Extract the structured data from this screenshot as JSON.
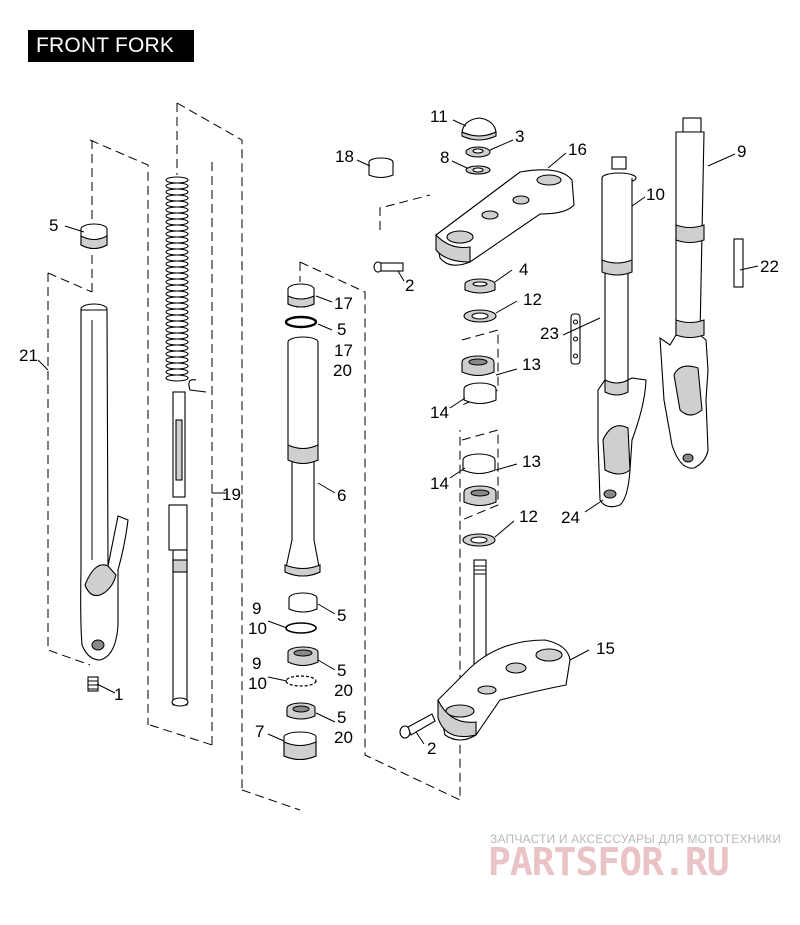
{
  "title": "FRONT FORK",
  "callouts": {
    "c1": "1",
    "c2a": "2",
    "c2b": "2",
    "c3": "3",
    "c4": "4",
    "c5a": "5",
    "c5b": "5",
    "c5c": "5",
    "c5d": "5",
    "c5e": "5",
    "c6": "6",
    "c7": "7",
    "c8": "8",
    "c9a": "9",
    "c9b": "9",
    "c9c": "9",
    "c10a": "10",
    "c10b": "10",
    "c10c": "10",
    "c11": "11",
    "c12a": "12",
    "c12b": "12",
    "c13a": "13",
    "c13b": "13",
    "c14a": "14",
    "c14b": "14",
    "c15": "15",
    "c16": "16",
    "c17a": "17",
    "c17b": "17",
    "c18": "18",
    "c19": "19",
    "c20a": "20",
    "c20b": "20",
    "c20c": "20",
    "c21": "21",
    "c22": "22",
    "c23": "23",
    "c24": "24"
  },
  "watermark": {
    "tagline": "ЗАПЧАСТИ И АКСЕССУАРЫ ДЛЯ МОТОТЕХНИКИ",
    "logo": "PARTSFOR.RU"
  },
  "colors": {
    "line": "#000000",
    "shade": "#cfcfcf",
    "watermark_logo": "#e9c3c6",
    "watermark_text": "#b9b9b9"
  }
}
